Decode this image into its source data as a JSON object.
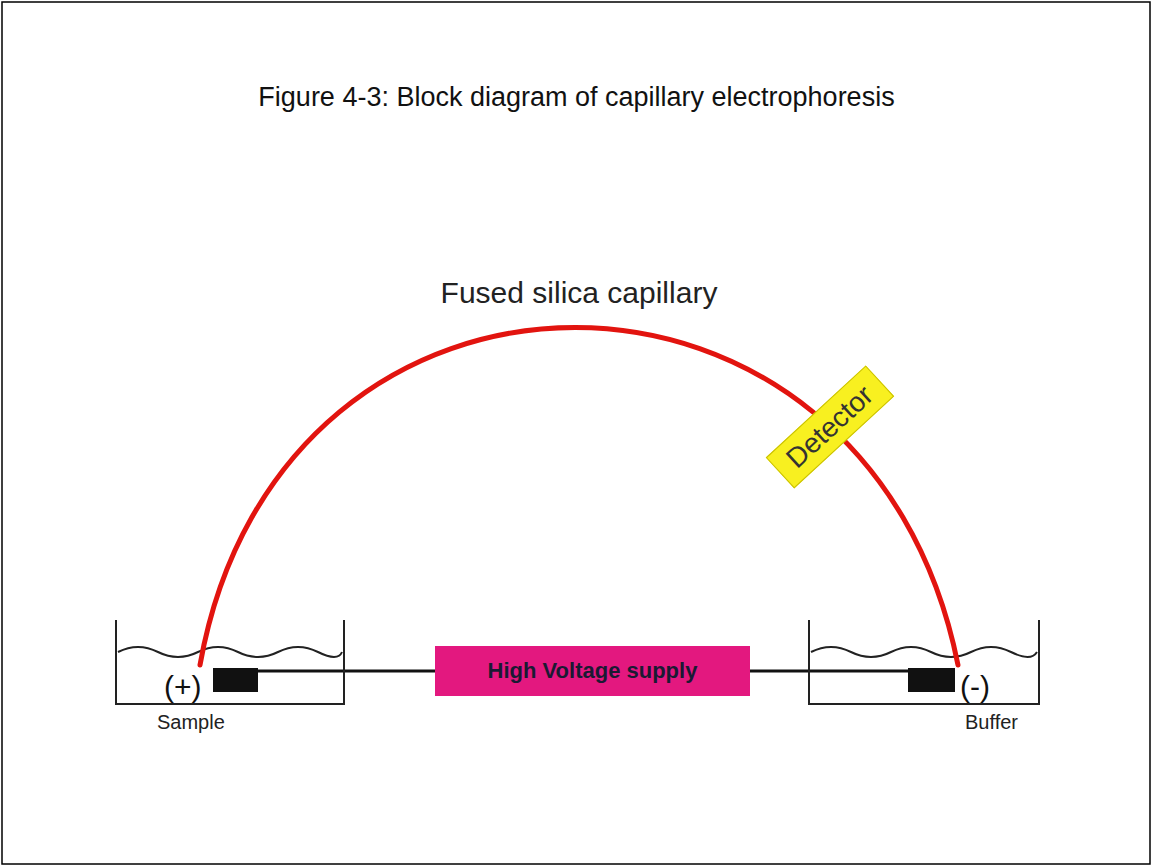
{
  "diagram": {
    "title": "Figure 4-3: Block diagram of capillary electrophoresis",
    "nodes": [
      {
        "text": [
          "(+)",
          "Sample"
        ]
      },
      {
        "text": [
          "High Voltage supply"
        ]
      },
      {
        "text": [
          "(-)",
          "Buffer"
        ]
      },
      {
        "text": [
          "Detector"
        ]
      }
    ],
    "edges": [
      {
        "from": 0,
        "to": 2,
        "arrow": "none",
        "label": "Fused silica capillary"
      },
      {
        "from": 0,
        "to": 1,
        "arrow": "none"
      },
      {
        "from": 1,
        "to": 2,
        "arrow": "none"
      }
    ]
  }
}
